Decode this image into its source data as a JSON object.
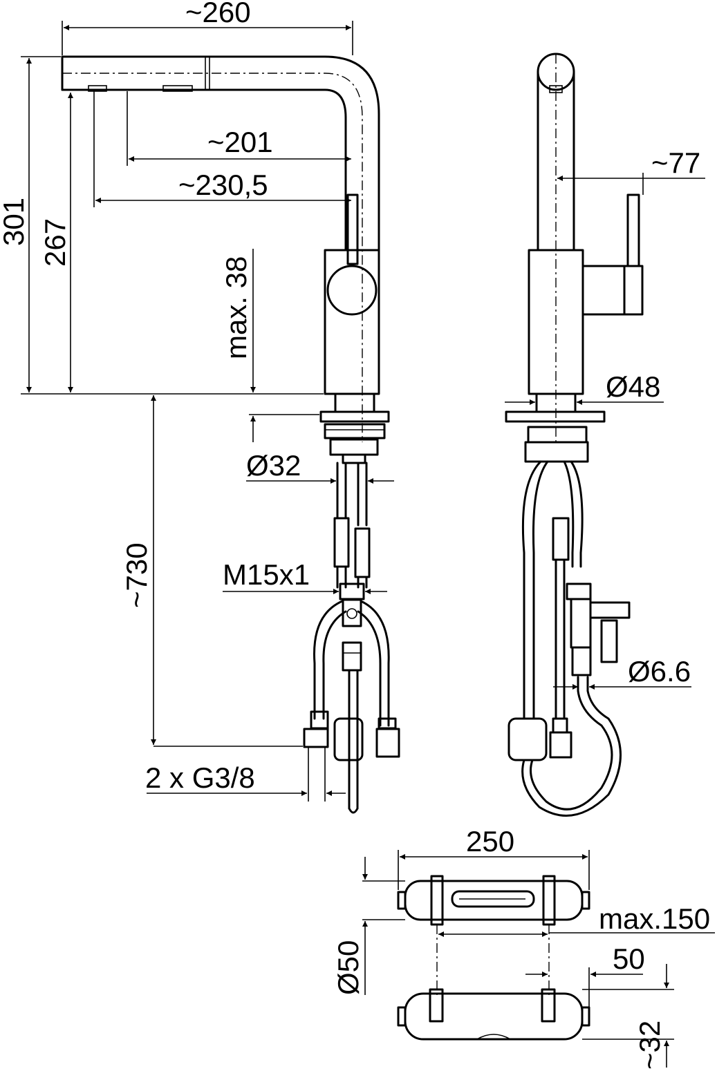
{
  "dimensions": {
    "spout_reach": "~260",
    "aerator_offset": "~201",
    "spout_outlet": "~230,5",
    "total_height": "301",
    "outlet_height": "267",
    "max_deck_thickness": "max. 38",
    "lever_offset": "~77",
    "base_diameter": "Ø48",
    "mounting_hole": "Ø32",
    "stud_thread": "M15x1",
    "hose_length": "~730",
    "hose_connections": "2 x G3/8",
    "small_hose_diameter": "Ø6.6",
    "cartridge_length": "250",
    "cartridge_diameter": "Ø50",
    "clip_spacing": "max.150",
    "clip_offset": "50",
    "cartridge_height": "~32"
  }
}
